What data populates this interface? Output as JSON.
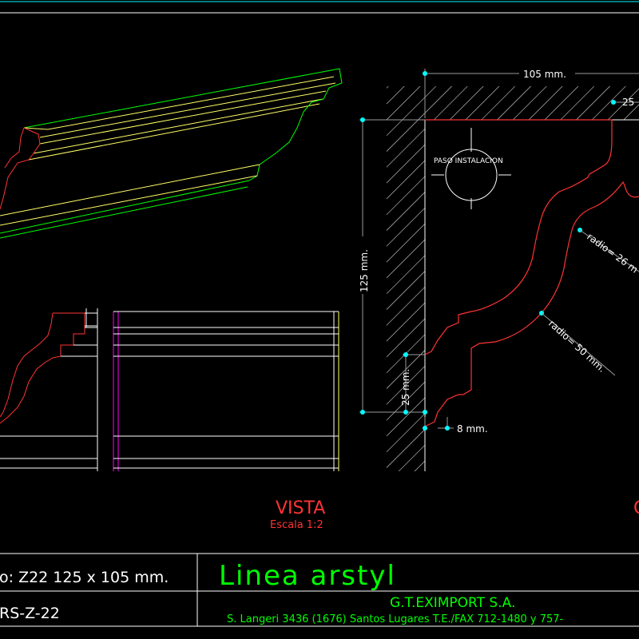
{
  "colors": {
    "background": "#000000",
    "white": "#ffffff",
    "green": "#00ff00",
    "yellow": "#ffff66",
    "red": "#ff3333",
    "magenta": "#ff00ff",
    "cyan": "#00ffff",
    "dim_line": "#9a9a9a"
  },
  "labels": {
    "vista_title": "VISTA",
    "vista_scale": "Escala 1:2",
    "corte_partial": "C",
    "paso_instalacion": "PASO INSTALACION",
    "dim_width": "105 mm.",
    "dim_height": "125 mm.",
    "dim_top_small": "25",
    "dim_bottom_small": "25 mm.",
    "dim_offset": "8 mm.",
    "radio_26": "radio= 26 m",
    "radio_50": "radio= 50 mm."
  },
  "title_block": {
    "model_text": "o: Z22 125 x 105 mm.",
    "code_text": "RS-Z-22",
    "brand": "Linea arstyl",
    "company": "G.T.EXIMPORT S.A.",
    "address": "S. Langeri 3436 (1676) Santos Lugares T.E./FAX 712-1480 y 757-"
  }
}
